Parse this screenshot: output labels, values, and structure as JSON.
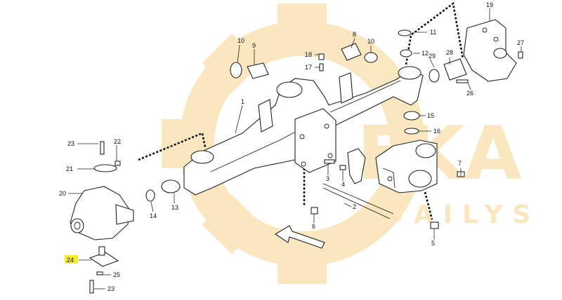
{
  "watermark": {
    "brand": "EKA",
    "sub": "DAILYS",
    "color": "#f6d58e"
  },
  "highlight_color": "#f2ec2b",
  "callouts": [
    {
      "id": "c1",
      "text": "1"
    },
    {
      "id": "c2",
      "text": "2"
    },
    {
      "id": "c3",
      "text": "3"
    },
    {
      "id": "c4",
      "text": "4"
    },
    {
      "id": "c5",
      "text": "5"
    },
    {
      "id": "c6",
      "text": "6"
    },
    {
      "id": "c7",
      "text": "7"
    },
    {
      "id": "c8",
      "text": "8"
    },
    {
      "id": "c9",
      "text": "9"
    },
    {
      "id": "c10a",
      "text": "10"
    },
    {
      "id": "c10b",
      "text": "10"
    },
    {
      "id": "c11",
      "text": "11"
    },
    {
      "id": "c12",
      "text": "12"
    },
    {
      "id": "c13",
      "text": "13"
    },
    {
      "id": "c14",
      "text": "14"
    },
    {
      "id": "c15",
      "text": "15"
    },
    {
      "id": "c16",
      "text": "16"
    },
    {
      "id": "c17",
      "text": "17"
    },
    {
      "id": "c18",
      "text": "18"
    },
    {
      "id": "c19",
      "text": "19"
    },
    {
      "id": "c20",
      "text": "20"
    },
    {
      "id": "c21",
      "text": "21"
    },
    {
      "id": "c22",
      "text": "22"
    },
    {
      "id": "c23a",
      "text": "23"
    },
    {
      "id": "c23b",
      "text": "23"
    },
    {
      "id": "c24",
      "text": "24",
      "highlighted": true
    },
    {
      "id": "c25",
      "text": "25"
    },
    {
      "id": "c26",
      "text": "26"
    },
    {
      "id": "c27",
      "text": "27"
    },
    {
      "id": "c28",
      "text": "28"
    },
    {
      "id": "c29",
      "text": "29"
    }
  ]
}
